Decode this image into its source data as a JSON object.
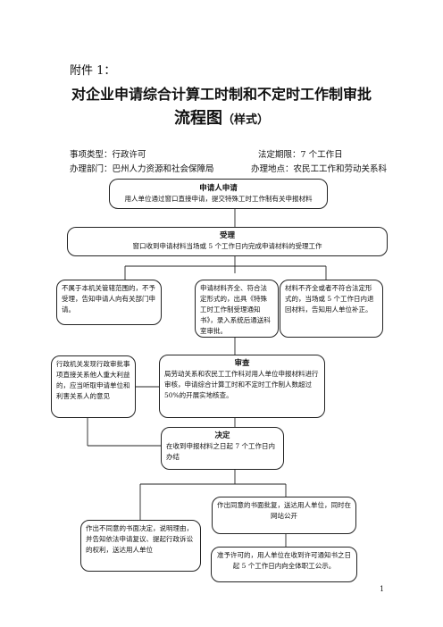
{
  "header": {
    "attachment": "附件 1：",
    "title_line1": "对企业申请综合计算工时制和不定时工作制审批",
    "title_line2": "流程图",
    "title_sample": "（样式）"
  },
  "meta": {
    "item_type": "事项类型：行政许可",
    "deadline": "法定期限：7 个工作日",
    "dept": "办理部门：巴州人力资源和社会保障局",
    "location": "办理地点：农民工工作和劳动关系科"
  },
  "boxes": {
    "apply": {
      "head": "申请人申请",
      "text": "用人单位通过窗口直接申请，提交特殊工时工作制有关申报材料"
    },
    "accept": {
      "head": "受理",
      "text": "窗口收到申请材料当场或 5 个工作日内完成申请材料的受理工作"
    },
    "reject": {
      "text": "不属于本机关管辖范围的，不予受理，告知申请人向有关部门申请。"
    },
    "complete": {
      "text": "申请材料齐全、符合法定形式的，出具《特殊工时工作制受理通知书》，录入系统后通送科室审批。"
    },
    "incomplete": {
      "text": "材料不齐全或者不符合法定形式的，当场或 5 个工作日内退回材料，告知用人单位补正。"
    },
    "hearing": {
      "text": "行政机关发现行政审批事项直接关系他人重大利益的，应当听取申请单位和利害关系人的意见"
    },
    "review": {
      "head": "审查",
      "text": "局劳动关系和农民工工作科对用人单位申报材料进行审核，申请综合计算工时和不定时工作制人数超过 50%的开展实地核查。"
    },
    "decision": {
      "head": "决定",
      "text": "在收到申报材料之日起 7 个工作日内办结"
    },
    "deny": {
      "text": "作出不同意的书面决定，说明理由，并告知依法申请复议、提起行政诉讼的权利，送达用人单位"
    },
    "approve": {
      "text": "作出同意的书面批复，送达用人单位，同时在网站公开"
    },
    "publicize": {
      "text": "准予许可的，用人单位在收到许可通知书之日起 5 个工作日内向全体职工公示。"
    }
  },
  "page_number": "1"
}
